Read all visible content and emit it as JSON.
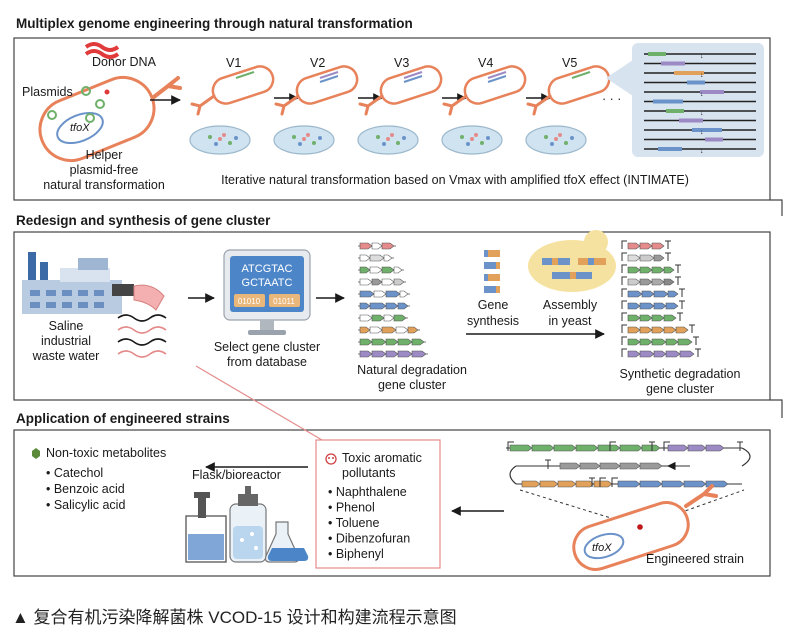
{
  "sections": {
    "s1_title": "Multiplex genome engineering through natural transformation",
    "s2_title": "Redesign and synthesis of gene cluster",
    "s3_title": "Application of engineered strains"
  },
  "panel1": {
    "donor_dna": "Donor DNA",
    "plasmids": "Plasmids",
    "gene_label": "tfoX",
    "helper_lines": [
      "Helper",
      "plasmid-free",
      "natural transformation"
    ],
    "rounds": [
      "V1",
      "V2",
      "V3",
      "V4",
      "V5"
    ],
    "ellipsis": "· · ·",
    "iterative_caption": "Iterative natural transformation based on Vmax with amplified tfoX effect (INTIMATE)"
  },
  "panel2": {
    "saline_lines": [
      "Saline",
      "industrial",
      "waste water"
    ],
    "monitor_seq": [
      "ATCGTAC",
      "GCTAATC"
    ],
    "monitor_codes": [
      "01010",
      "01011"
    ],
    "select_lines": [
      "Select gene cluster",
      "from database"
    ],
    "natural_lines": [
      "Natural degradation",
      "gene cluster"
    ],
    "gene_synth_lines": [
      "Gene",
      "synthesis"
    ],
    "assembly_lines": [
      "Assembly",
      "in yeast"
    ],
    "synthetic_lines": [
      "Synthetic degradation",
      "gene cluster"
    ]
  },
  "panel3": {
    "nontoxic_title": "Non-toxic metabolites",
    "metabolites": [
      "Catechol",
      "Benzoic acid",
      "Salicylic acid"
    ],
    "flask_label": "Flask/bioreactor",
    "toxic_title_lines": [
      "Toxic aromatic",
      "pollutants"
    ],
    "pollutants": [
      "Naphthalene",
      "Phenol",
      "Toluene",
      "Dibenzofuran",
      "Biphenyl"
    ],
    "engineered_label": "Engineered strain",
    "strain_gene": "tfoX"
  },
  "caption": "▲ 复合有机污染降解菌株 VCOD-15 设计和构建流程示意图",
  "colors": {
    "bacterium": "#e8825a",
    "frame": "#444444",
    "callout": "#d7e3ef",
    "green": "#6fb06b",
    "purple": "#9b8ac4",
    "orange": "#e2a15a",
    "blue": "#6b93c9",
    "pink": "#e58b8b",
    "dish": "#cfe3f0"
  }
}
